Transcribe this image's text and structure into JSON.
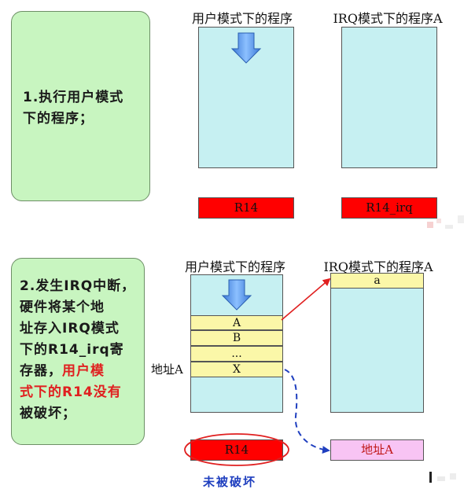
{
  "step1": {
    "note_lines": [
      "1.执行用户模式",
      "下的程序；"
    ],
    "user_program_title": "用户模式下的程序",
    "irq_program_title": "IRQ模式下的程序A",
    "reg_r14": "R14",
    "reg_r14_irq": "R14_irq"
  },
  "step2": {
    "note_lines": [
      "2.发生IRQ中断，",
      "硬件将某个地",
      "址存入IRQ模式",
      "下的R14_irq寄",
      "存器，"
    ],
    "note_red_1": "用户模",
    "note_red_2": "式下的R14没有",
    "note_tail": "被破坏；",
    "user_program_title": "用户模式下的程序",
    "irq_program_title": "IRQ模式下的程序A",
    "rows": [
      "A",
      "B",
      "...",
      "X"
    ],
    "irq_row": "a",
    "address_label": "地址A",
    "reg_r14": "R14",
    "addr_box": "地址A",
    "caption": "未被破坏"
  },
  "colors": {
    "note_bg": "#c8f5c0",
    "program_bg": "#c6f0f2",
    "register": "#ff0000",
    "row_bg": "#fbf7a8",
    "addr_box_bg": "#f8c4f4",
    "arrow_red": "#e02020",
    "arrow_blue": "#1f3fbf",
    "flow_arrow": "#5b9bf0"
  }
}
